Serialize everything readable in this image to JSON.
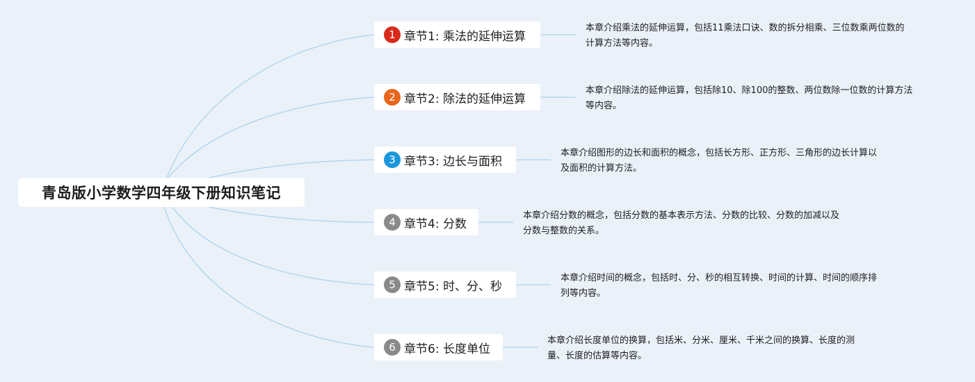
{
  "root": {
    "title": "青岛版小学数学四年级下册知识笔记"
  },
  "colors": {
    "line": "#9ccbe9",
    "badge_1": "#d92b1b",
    "badge_2": "#e8661b",
    "badge_3": "#1d97db",
    "badge_gray": "#8a8a8a"
  },
  "chapters": [
    {
      "num": "1",
      "label": "章节1: 乘法的延伸运算",
      "desc_line1": "本章介绍乘法的延伸运算，包括11乘法口诀、数的拆分相乘、三位数乘两位数的",
      "desc_line2": "计算方法等内容。"
    },
    {
      "num": "2",
      "label": "章节2: 除法的延伸运算",
      "desc_line1": "本章介绍除法的延伸运算，包括除10、除100的整数、两位数除一位数的计算方法",
      "desc_line2": "等内容。"
    },
    {
      "num": "3",
      "label": "章节3: 边长与面积",
      "desc_line1": "本章介绍图形的边长和面积的概念，包括长方形、正方形、三角形的边长计算以",
      "desc_line2": "及面积的计算方法。"
    },
    {
      "num": "4",
      "label": "章节4: 分数",
      "desc_line1": "本章介绍分数的概念，包括分数的基本表示方法、分数的比较、分数的加减以及",
      "desc_line2": "分数与整数的关系。"
    },
    {
      "num": "5",
      "label": "章节5: 时、分、秒",
      "desc_line1": "本章介绍时间的概念，包括时、分、秒的相互转换、时间的计算、时间的顺序排",
      "desc_line2": "列等内容。"
    },
    {
      "num": "6",
      "label": "章节6: 长度单位",
      "desc_line1": "本章介绍长度单位的换算，包括米、分米、厘米、千米之间的换算、长度的测",
      "desc_line2": "量、长度的估算等内容。"
    }
  ]
}
